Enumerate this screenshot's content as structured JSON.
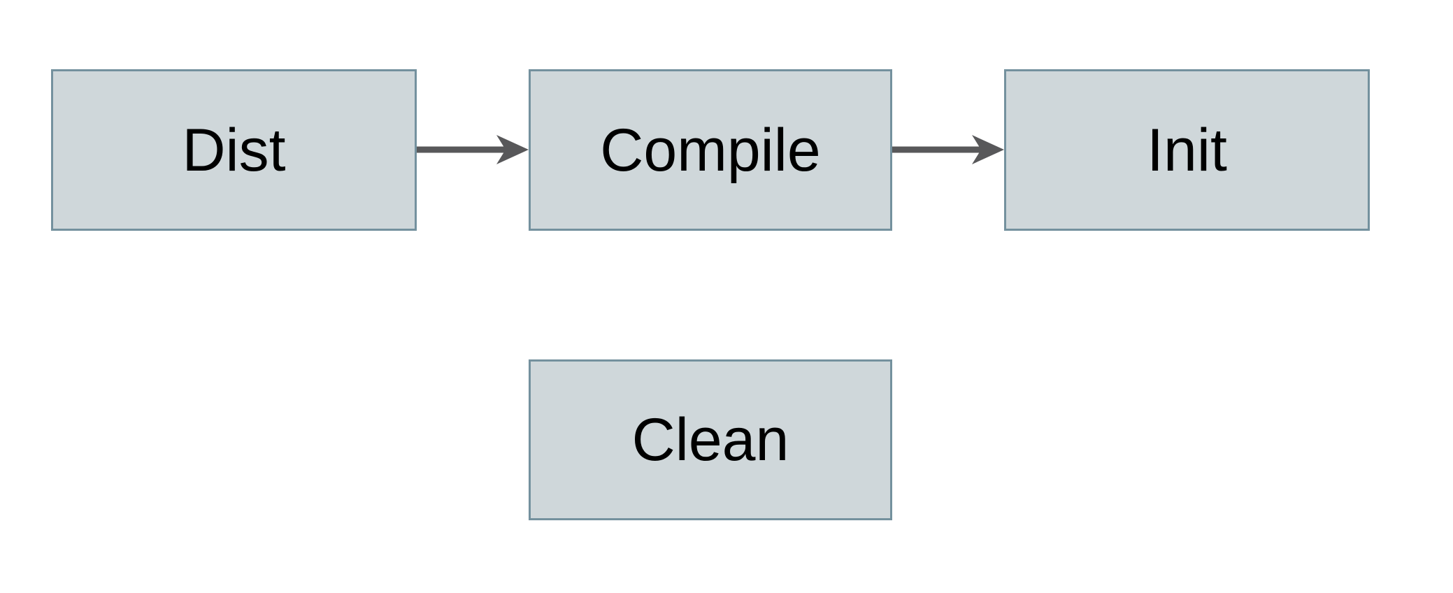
{
  "diagram": {
    "type": "flowchart",
    "background_color": "#ffffff",
    "node_fill_color": "#cfd7da",
    "node_border_color": "#74919e",
    "node_text_color": "#000000",
    "arrow_color": "#58585a",
    "nodes": [
      {
        "id": "dist",
        "label": "Dist"
      },
      {
        "id": "compile",
        "label": "Compile"
      },
      {
        "id": "init",
        "label": "Init"
      },
      {
        "id": "clean",
        "label": "Clean"
      }
    ],
    "edges": [
      {
        "from": "Dist",
        "to": "Compile",
        "direction": "right"
      },
      {
        "from": "Compile",
        "to": "Init",
        "direction": "right"
      }
    ]
  }
}
